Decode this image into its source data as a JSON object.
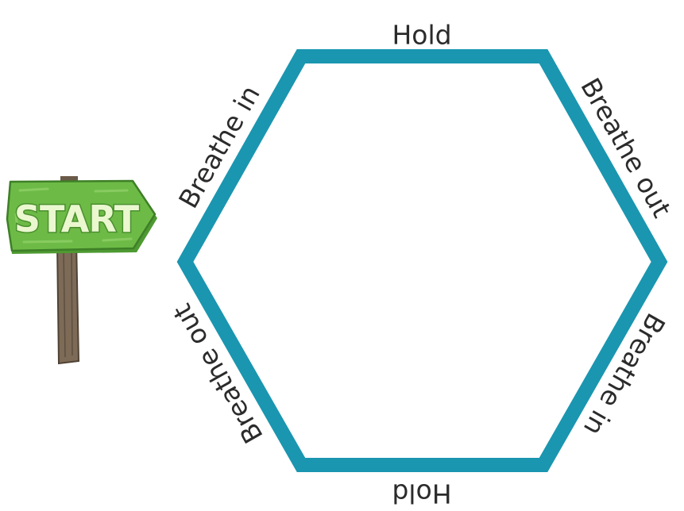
{
  "sign": {
    "label": "START",
    "board_color": "#6dbb46",
    "board_dark": "#4e9a32",
    "text_fill": "#eaf7cf",
    "text_outline": "#4a8f2e",
    "post_color": "#7d6b57"
  },
  "hexagon": {
    "stroke_color": "#1a96b0"
  },
  "labels": {
    "top": "Hold",
    "upper_right": "Breathe out",
    "lower_right": "Breathe in",
    "bottom": "Hold",
    "lower_left": "Breathe out",
    "upper_left": "Breathe in"
  },
  "label_color": "#2b2b2b"
}
